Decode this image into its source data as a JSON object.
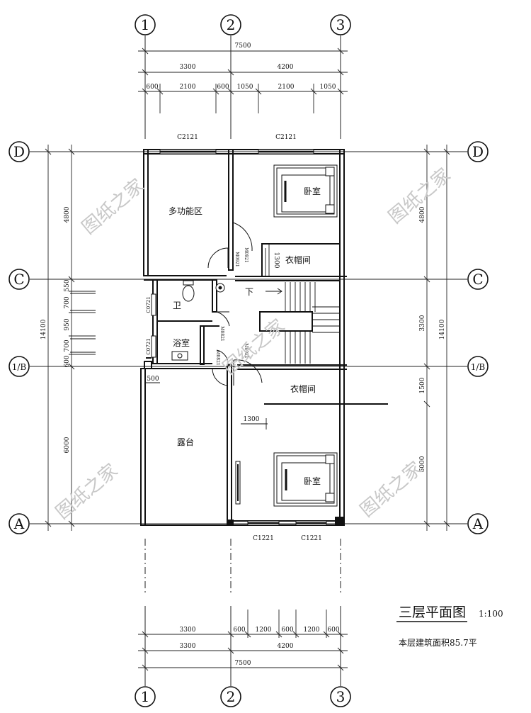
{
  "axes": {
    "c1": "1",
    "c2": "2",
    "c3": "3",
    "rD": "D",
    "rC": "C",
    "rB": "1/B",
    "rA": "A"
  },
  "top_dims": {
    "total": "7500",
    "left": "3300",
    "right": "4200",
    "d600a": "600",
    "d2100a": "2100",
    "d600b": "600",
    "d1050a": "1050",
    "d2100b": "2100",
    "d1050b": "1050"
  },
  "bottom_dims": {
    "left1": "3300",
    "d600a": "600",
    "d1200a": "1200",
    "d600b": "600",
    "d1200b": "1200",
    "d600c": "600",
    "left2": "3300",
    "right": "4200",
    "total": "7500"
  },
  "left_dims": {
    "total": "14100",
    "top": "4800",
    "bottom": "6000",
    "s550": "550",
    "s700a": "700",
    "s950": "950",
    "s700b": "700",
    "s600": "600"
  },
  "right_dims": {
    "total": "14100",
    "top": "4800",
    "mid": "3300",
    "s1500": "1500",
    "bottom": "6000"
  },
  "rooms": {
    "multi": "多功能区",
    "bed1": "卧室",
    "wardrobe1": "衣帽间",
    "toilet": "卫",
    "bath": "浴室",
    "terrace": "露台",
    "wardrobe2": "衣帽间",
    "bed2": "卧室",
    "down": "下"
  },
  "windows": {
    "w1": "C2121",
    "w2": "C2121",
    "w3": "C1221",
    "w4": "C1221",
    "w5": "C0721",
    "w6": "C0721"
  },
  "doors": {
    "m0921a": "M0921",
    "m0921b": "M0921",
    "m0821a": "M0821",
    "m0821b": "M0821",
    "m0921c": "M0921"
  },
  "inner_dims": {
    "d1300": "1300",
    "d1300b": "1300",
    "d500": "500"
  },
  "watermark": "图纸之家",
  "title": {
    "name": "三层平面图",
    "scale": "1:100",
    "area": "本层建筑面积85.7平"
  }
}
